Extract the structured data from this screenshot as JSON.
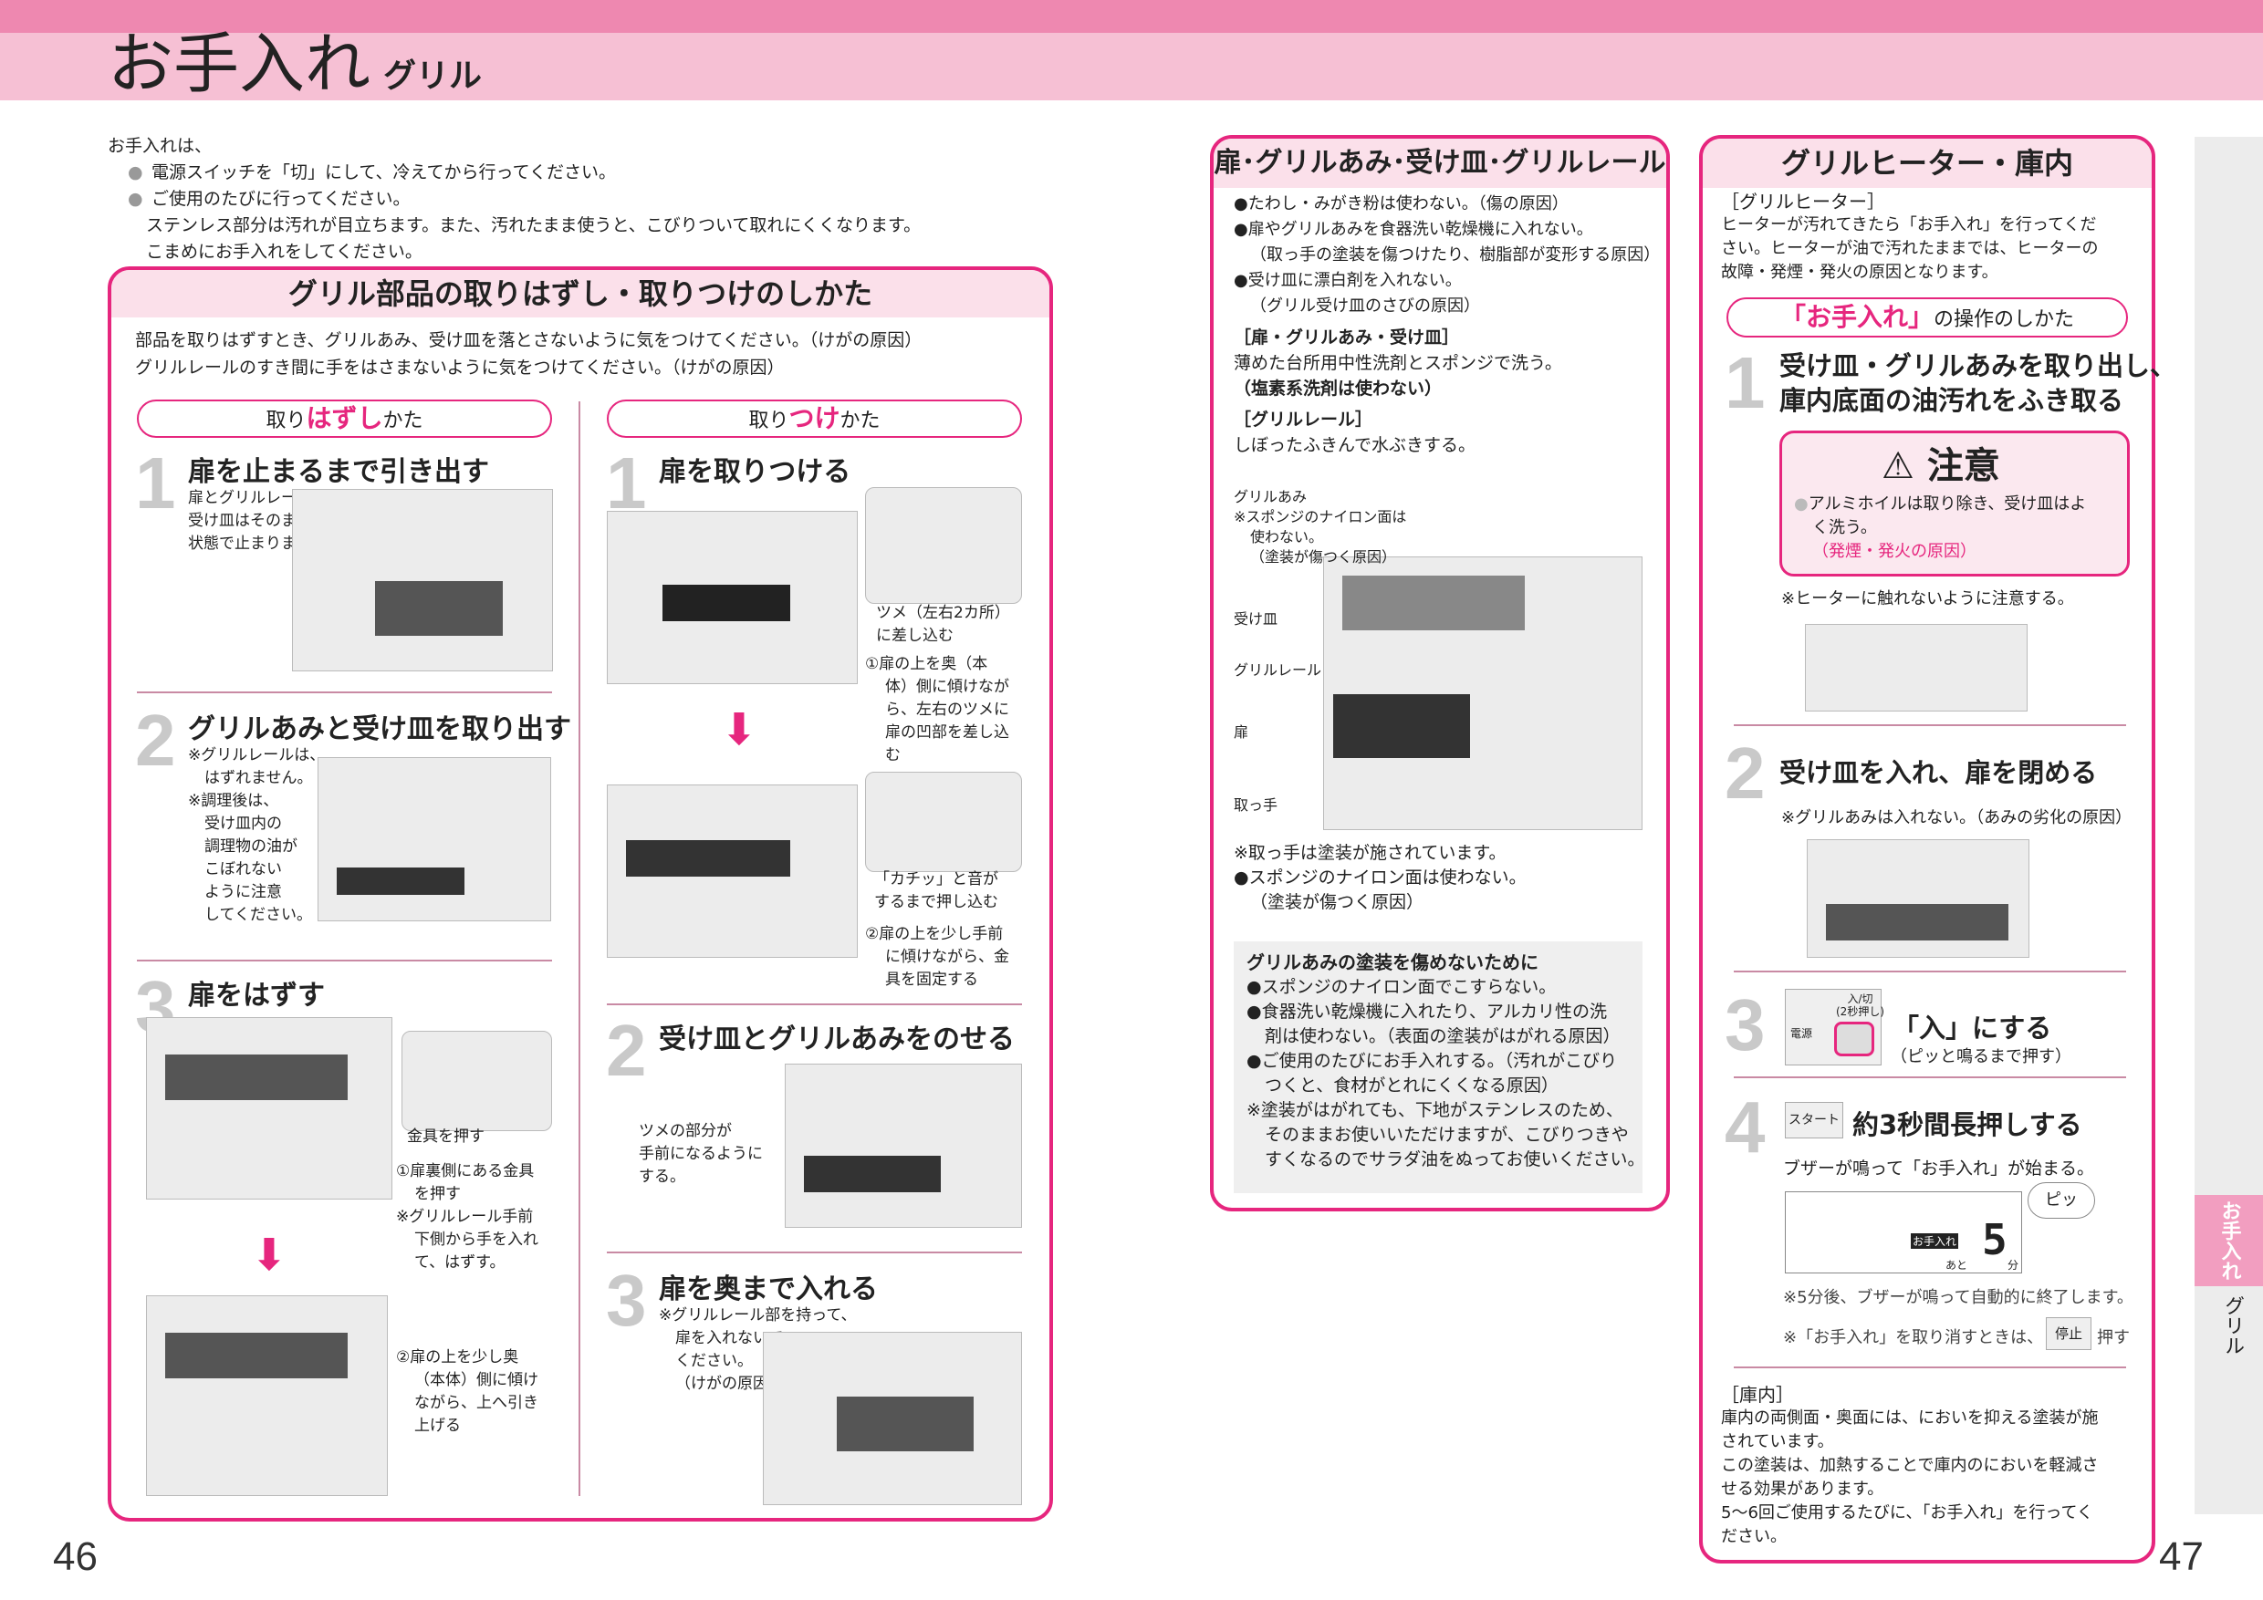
{
  "header": {
    "title": "お手入れ",
    "subtitle": "グリル"
  },
  "intro": {
    "lead": "お手入れは、",
    "bullets": [
      "電源スイッチを「切」にして、冷えてから行ってください。",
      "ご使用のたびに行ってください。"
    ],
    "note_lines": [
      "ステンレス部分は汚れが目立ちます。また、汚れたまま使うと、こびりついて取れにくくなります。",
      "こまめにお手入れをしてください。"
    ]
  },
  "left_box": {
    "title": "グリル部品の取りはずし・取りつけのしかた",
    "desc_lines": [
      "部品を取りはずすとき、グリルあみ、受け皿を落とさないように気をつけてください。（けがの原因）",
      "グリルレールのすき間に手をはさまないように気をつけてください。（けがの原因）"
    ],
    "remove": {
      "pill_pre": "取り",
      "pill_em": "はずし",
      "pill_post": "かた",
      "steps": [
        {
          "n": "1",
          "title": "扉を止まるまで引き出す",
          "lines": [
            "扉とグリルレール、",
            "受け皿はそのままの",
            "状態で止まります。"
          ]
        },
        {
          "n": "2",
          "title": "グリルあみと受け皿を取り出す",
          "lines": [
            "※グリルレールは、",
            "はずれません。",
            "※調理後は、",
            "受け皿内の",
            "調理物の油が",
            "こぼれない",
            "ように注意",
            "してください。"
          ]
        },
        {
          "n": "3",
          "title": "扉をはずす",
          "inset": "金具を押す",
          "lines_a": [
            "①扉裏側にある金具",
            "を押す",
            "※グリルレール手前",
            "下側から手を入れ",
            "て、はずす。"
          ],
          "lines_b": [
            "②扉の上を少し奥",
            "（本体）側に傾け",
            "ながら、上へ引き",
            "上げる"
          ]
        }
      ]
    },
    "attach": {
      "pill_pre": "取り",
      "pill_em": "つけ",
      "pill_post": "かた",
      "steps": [
        {
          "n": "1",
          "title": "扉を取りつける",
          "inset1": [
            "ツメ（左右2カ所）",
            "に差し込む"
          ],
          "lines_a": [
            "①扉の上を奥（本",
            "体）側に傾けなが",
            "ら、左右のツメに",
            "扉の凹部を差し込",
            "む"
          ],
          "inset2": [
            "「カチッ」と音が",
            "するまで押し込む"
          ],
          "lines_b": [
            "②扉の上を少し手前",
            "に傾けながら、金",
            "具を固定する"
          ]
        },
        {
          "n": "2",
          "title": "受け皿とグリルあみをのせる",
          "lines": [
            "ツメの部分が",
            "手前になるように",
            "する。"
          ]
        },
        {
          "n": "3",
          "title": "扉を奥まで入れる",
          "lines": [
            "※グリルレール部を持って、",
            "扉を入れないで",
            "ください。",
            "（けがの原因）"
          ]
        }
      ]
    }
  },
  "middle_box": {
    "title": "扉･グリルあみ･受け皿･グリルレール",
    "bullets": [
      "●たわし・みがき粉は使わない。（傷の原因）",
      "●扉やグリルあみを食器洗い乾燥機に入れない。",
      "（取っ手の塗装を傷つけたり、樹脂部が変形する原因）",
      "●受け皿に漂白剤を入れない。",
      "（グリル受け皿のさびの原因）"
    ],
    "sec1_head": "［扉・グリルあみ・受け皿］",
    "sec1_lines": [
      "薄めた台所用中性洗剤とスポンジで洗う。",
      "（塩素系洗剤は使わない）"
    ],
    "sec2_head": "［グリルレール］",
    "sec2_lines": [
      "しぼったふきんで水ぶきする。"
    ],
    "labels": {
      "ami": "グリルあみ",
      "ami_note": [
        "※スポンジのナイロン面は",
        "使わない。",
        "（塗装が傷つく原因）"
      ],
      "ukezara": "受け皿",
      "rail": "グリルレール",
      "door": "扉",
      "handle": "取っ手"
    },
    "notes": [
      "※取っ手は塗装が施されています。",
      "●スポンジのナイロン面は使わない。",
      "（塗装が傷つく原因）"
    ],
    "gray_title": "グリルあみの塗装を傷めないために",
    "gray_lines": [
      "●スポンジのナイロン面でこすらない。",
      "●食器洗い乾燥機に入れたり、アルカリ性の洗",
      "剤は使わない。（表面の塗装がはがれる原因）",
      "●ご使用のたびにお手入れする。（汚れがこびり",
      "つくと、食材がとれにくくなる原因）",
      "※塗装がはがれても、下地がステンレスのため、",
      "そのままお使いいただけますが、こびりつきや",
      "すくなるのでサラダ油をぬってお使いください。"
    ]
  },
  "right_box": {
    "title": "グリルヒーター・庫内",
    "heater_head": "［グリルヒーター］",
    "heater_lines": [
      "ヒーターが汚れてきたら「お手入れ」を行ってくだ",
      "さい。ヒーターが油で汚れたままでは、ヒーターの",
      "故障・発煙・発火の原因となります。"
    ],
    "op_pill_em": "「お手入れ」",
    "op_pill_post": "の操作のしかた",
    "steps": [
      {
        "n": "1",
        "title_lines": [
          "受け皿・グリルあみを取り出し、",
          "庫内底面の油汚れをふき取る"
        ]
      },
      {
        "n": "2",
        "title": "受け皿を入れ、扉を閉める",
        "note": "※グリルあみは入れない。（あみの劣化の原因）"
      },
      {
        "n": "3",
        "title": "「入」にする",
        "sub": "（ピッと鳴るまで押す）",
        "btn_top": "入/切",
        "btn_mid": "(2秒押し)",
        "btn_left": "電源"
      },
      {
        "n": "4",
        "title": "約3秒間長押しする",
        "key": "スタート",
        "sub": "ブザーが鳴って「お手入れ」が始まる。"
      }
    ],
    "caution": {
      "title": "注意",
      "lines": [
        "アルミホイルは取り除き、受け皿はよ",
        "く洗う。"
      ],
      "red": "（発煙・発火の原因）"
    },
    "heater_note": "※ヒーターに触れないように注意する。",
    "display": {
      "bubble": "ピッ",
      "tag": "お手入れ",
      "remain": "あと",
      "digit": "5",
      "unit": "分"
    },
    "after_notes": [
      "※5分後、ブザーが鳴って自動的に終了します。",
      "※「お手入れ」を取り消すときは、",
      "押す"
    ],
    "stop_key": "停止",
    "inner_head": "［庫内］",
    "inner_lines": [
      "庫内の両側面・奥面には、においを抑える塗装が施",
      "されています。",
      "この塗装は、加熱することで庫内のにおいを軽減さ",
      "せる効果があります。",
      "5～6回ご使用するたびに、「お手入れ」を行ってく",
      "ださい。"
    ]
  },
  "side": {
    "tab": "お手入れ",
    "label": "グリル"
  },
  "pages": {
    "left": "46",
    "right": "47"
  },
  "colors": {
    "accent": "#e6267e",
    "header": "#f6c0d4",
    "header_strip": "#ee88b0"
  }
}
